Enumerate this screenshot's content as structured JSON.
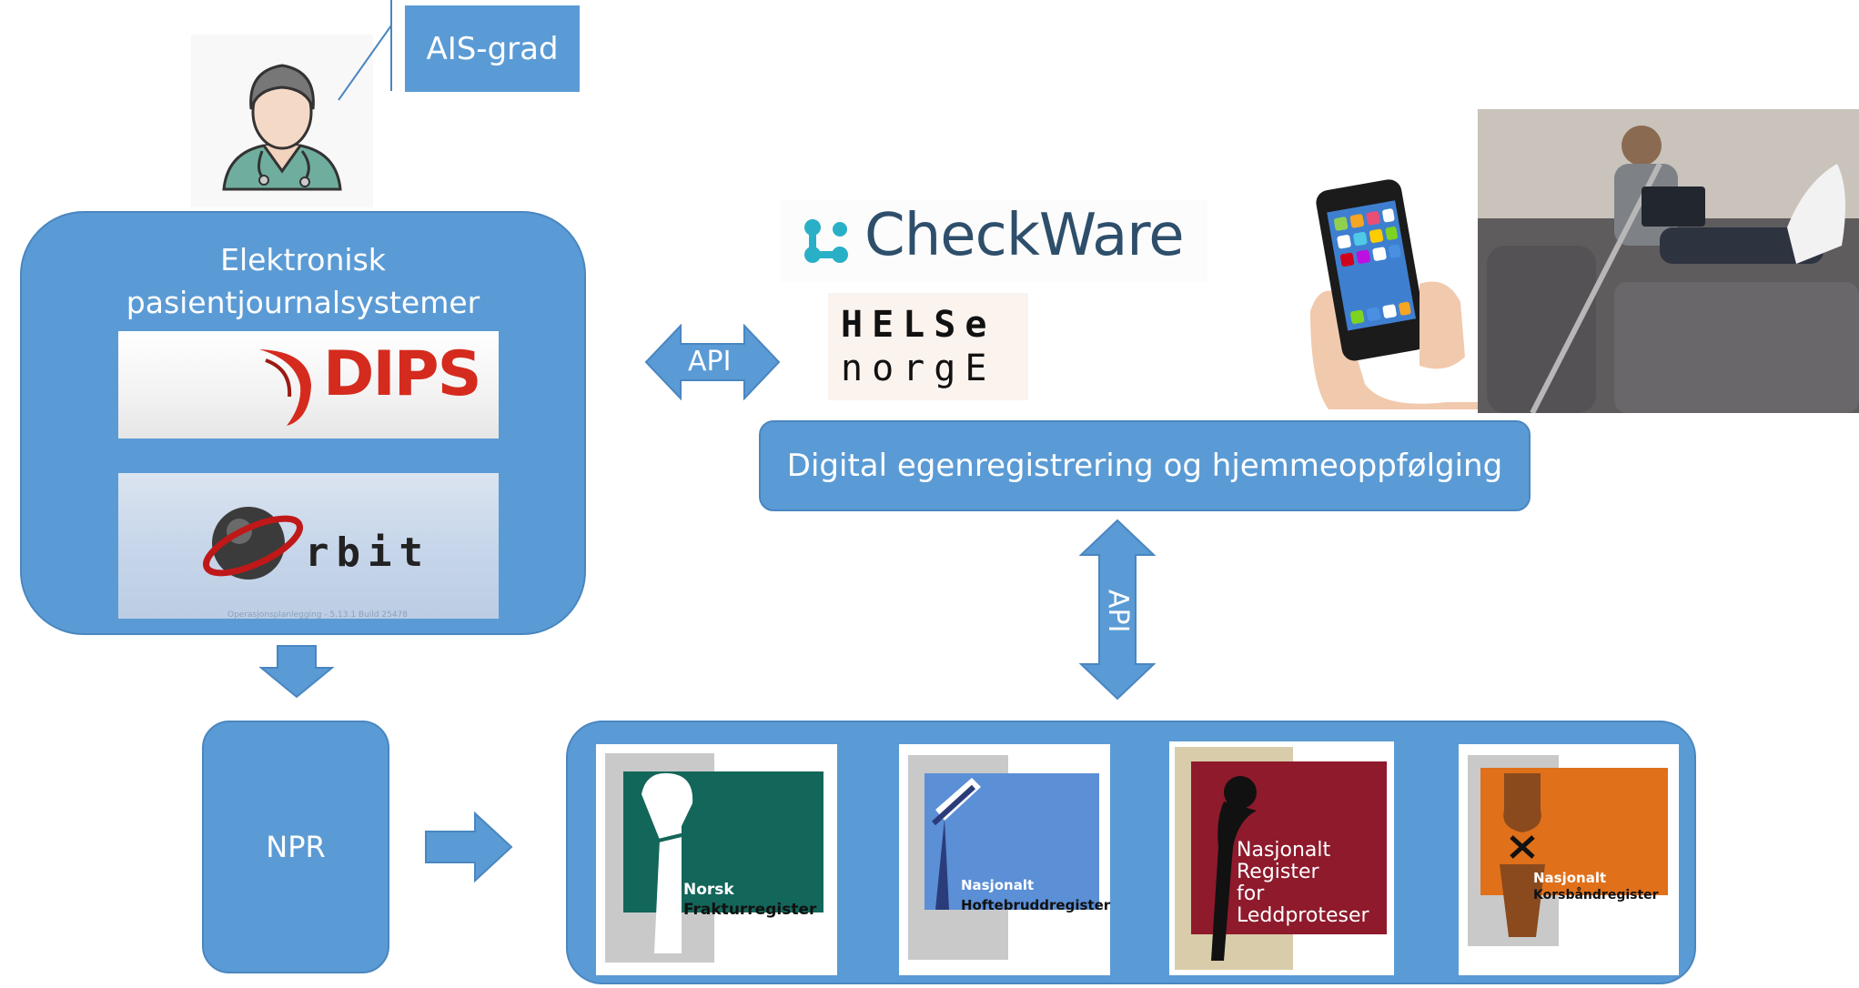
{
  "doctor": {
    "icon": "doctor-icon"
  },
  "ais_label": "AIS-grad",
  "epj": {
    "title_line1": "Elektronisk",
    "title_line2": "pasientjournalsystemer",
    "dips_logo": "DIPS",
    "orbit_logo": "rbit",
    "orbit_version": "Operasjonsplanlegging - 5.13.1 Build 25478"
  },
  "npr_label": "NPR",
  "api_horizontal": "API",
  "api_vertical": "API",
  "checkware_logo": "CheckWare",
  "helsenorge": {
    "line1": "HELSe",
    "line2": "norgE"
  },
  "digital_label": "Digital egenregistrering og hjemmeoppfølging",
  "registries": [
    {
      "line1": "Norsk",
      "line2": "Frakturregister",
      "color": "#13665a"
    },
    {
      "line1": "Nasjonalt",
      "line2": "Hoftebruddregister",
      "color": "#5b8fd6"
    },
    {
      "line1": "Nasjonalt",
      "line2": "Register",
      "line3": "for",
      "line4": "Leddproteser",
      "color": "#8e1a2c"
    },
    {
      "line1": "Nasjonalt",
      "line2": "Korsbåndregister",
      "color": "#e0701a"
    }
  ]
}
